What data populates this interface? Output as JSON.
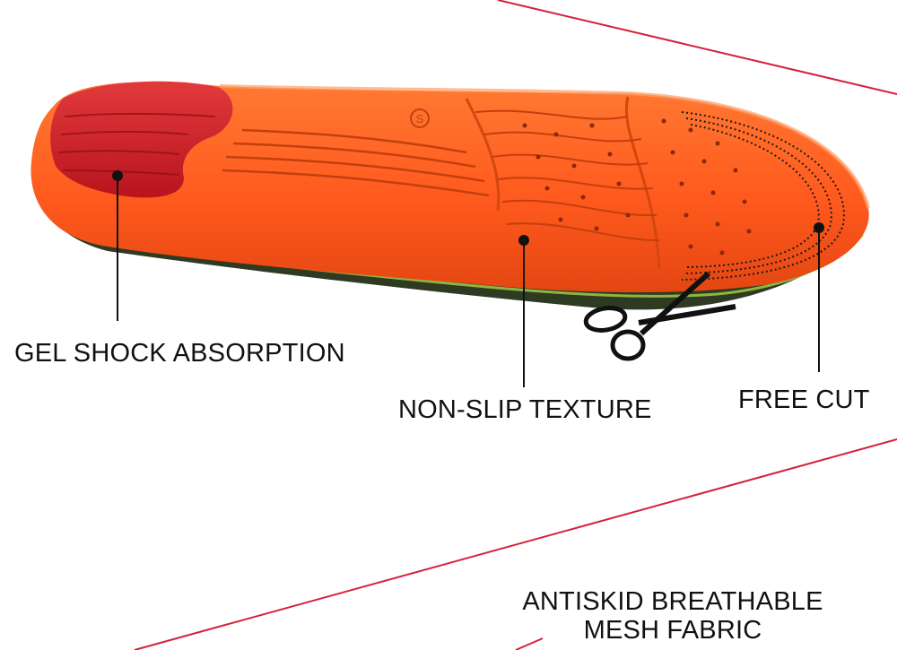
{
  "features": {
    "gel_shock_absorption": "GEL SHOCK ABSORPTION",
    "non_slip_texture": "NON-SLIP TEXTURE",
    "free_cut": "FREE CUT",
    "mesh_line_1": "ANTISKID BREATHABLE",
    "mesh_line_2": "MESH FABRIC"
  },
  "colors": {
    "insole_orange": "#ff5a1e",
    "gel_red": "#d81e2a",
    "accent_line": "#d4213a",
    "base_green": "#3a4a2a"
  },
  "icons": [
    "scissors-icon",
    "size-s-mark-icon"
  ]
}
